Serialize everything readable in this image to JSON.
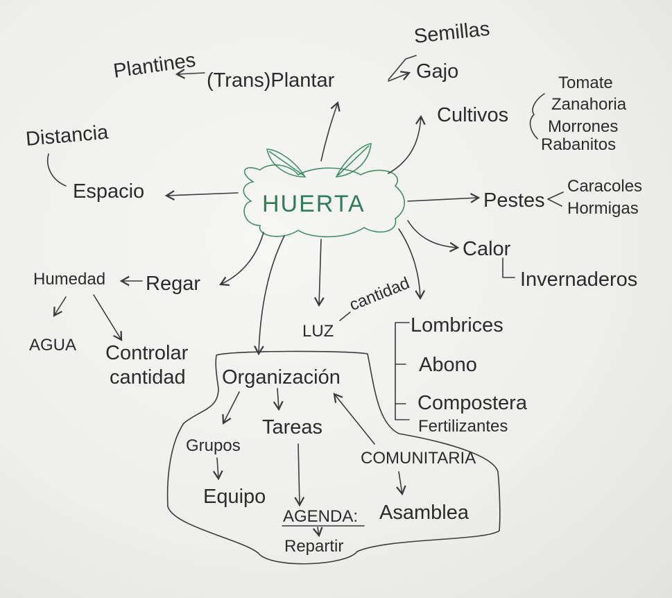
{
  "center": "HUERTA",
  "colors": {
    "ink": "#2b2b2d",
    "center_ink": "#2f7d57",
    "paper": "#f0f0ee"
  },
  "nodes": {
    "plantar": "(Trans)Plantar",
    "plantines": "Plantines",
    "semillas": "Semillas",
    "gajo": "Gajo",
    "cultivos": "Cultivos",
    "cultivos_items": [
      "Tomate",
      "Zanahoria",
      "Morrones",
      "Rabanitos"
    ],
    "distancia": "Distancia",
    "espacio": "Espacio",
    "pestes": "Pestes",
    "pestes_items": [
      "Caracoles",
      "Hormigas"
    ],
    "calor": "Calor",
    "invernaderos": "Invernaderos",
    "humedad": "Humedad",
    "regar": "Regar",
    "agua": "AGUA",
    "controlar": "Controlar",
    "controlar_cantidad": "cantidad",
    "luz": "LUZ",
    "luz_cantidad": "cantidad",
    "suelo_items": [
      "Lombrices",
      "Abono",
      "Compostera",
      "Fertilizantes"
    ],
    "organizacion": "Organización",
    "tareas": "Tareas",
    "grupos": "Grupos",
    "equipo": "Equipo",
    "comunitaria": "COMUNITARIA",
    "asamblea": "Asamblea",
    "agenda": "AGENDA:",
    "repartir": "Repartir"
  }
}
